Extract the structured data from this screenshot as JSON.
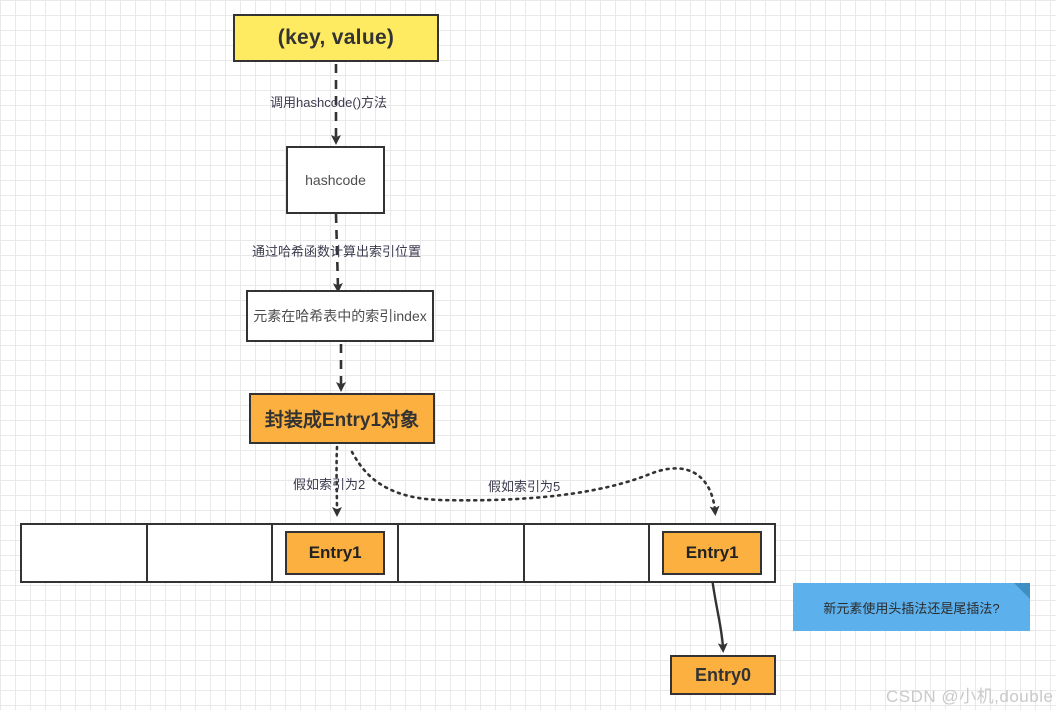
{
  "diagram": {
    "title_node": "(key, value)",
    "nodes": {
      "key_value": "(key, value)",
      "hashcode": "hashcode",
      "index": "元素在哈希表中的索引index",
      "entry_object": "封装成Entry1对象",
      "entry_cell_2": "Entry1",
      "entry_cell_5": "Entry1",
      "entry0": "Entry0"
    },
    "edge_labels": {
      "call_hashcode": "调用hashcode()方法",
      "hash_function": "通过哈希函数计算出索引位置",
      "index_is_2": "假如索引为2",
      "index_is_5": "假如索引为5"
    },
    "callout": {
      "text": "新元素使用头插法还是尾插法?"
    },
    "array": {
      "cells": [
        {
          "label": "",
          "filled": false
        },
        {
          "label": "",
          "filled": false
        },
        {
          "label": "Entry1",
          "filled": true
        },
        {
          "label": "",
          "filled": false
        },
        {
          "label": "",
          "filled": false
        },
        {
          "label": "Entry1",
          "filled": true
        }
      ]
    },
    "watermark": "CSDN @小机,double",
    "colors": {
      "yellow": "#ffeb61",
      "orange": "#fbb040",
      "blue": "#5cb0ec",
      "stroke": "#333333",
      "grid_minor": "#e9e9e9",
      "grid_major": "#dcdcdc"
    }
  }
}
